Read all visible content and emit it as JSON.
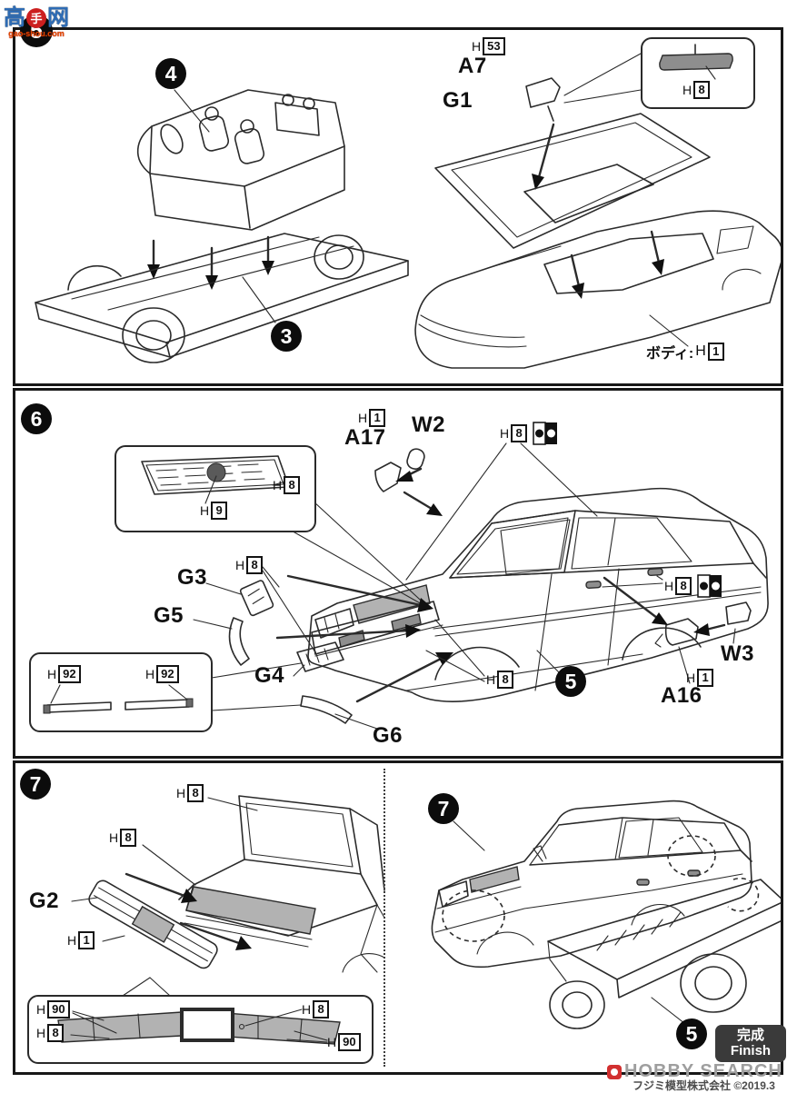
{
  "page": {
    "copyright": "フジミ模型株式会社 ©2019.3"
  },
  "watermarks": {
    "gs_c1": "高",
    "gs_c2": "手",
    "gs_c3": "网",
    "gs_domain": "gao-shou.com",
    "hobby": "HOBBY SEARCH"
  },
  "p5": {
    "step": "5",
    "ref4": "4",
    "ref3": "3",
    "a7": "A7",
    "g1": "G1",
    "h53": {
      "h": "H",
      "n": "53"
    },
    "inset_h8": {
      "h": "H",
      "n": "8"
    },
    "body": {
      "text": "ボディ:",
      "h": "H",
      "n": "1"
    }
  },
  "p6": {
    "step": "6",
    "ref5": "5",
    "a17": "A17",
    "w2": "W2",
    "g3": "G3",
    "g5": "G5",
    "g4": "G4",
    "g6": "G6",
    "w3": "W3",
    "a16": "A16",
    "h1_a17": {
      "h": "H",
      "n": "1"
    },
    "h8_ws": {
      "h": "H",
      "n": "8"
    },
    "grille_h8": {
      "h": "H",
      "n": "8"
    },
    "grille_h9": {
      "h": "H",
      "n": "9"
    },
    "h8_g3": {
      "h": "H",
      "n": "8"
    },
    "h92_l": {
      "h": "H",
      "n": "92"
    },
    "h92_r": {
      "h": "H",
      "n": "92"
    },
    "h8_bumper": {
      "h": "H",
      "n": "8"
    },
    "h8_door": {
      "h": "H",
      "n": "8"
    },
    "h1_a16": {
      "h": "H",
      "n": "1"
    }
  },
  "p7": {
    "step": "7",
    "ref7": "7",
    "ref5": "5",
    "g2": "G2",
    "h8_window": {
      "h": "H",
      "n": "8"
    },
    "h8_tail": {
      "h": "H",
      "n": "8"
    },
    "h1_plate": {
      "h": "H",
      "n": "1"
    },
    "h90_tl": {
      "h": "H",
      "n": "90"
    },
    "h8_il": {
      "h": "H",
      "n": "8"
    },
    "h8_ir": {
      "h": "H",
      "n": "8"
    },
    "h90_r": {
      "h": "H",
      "n": "90"
    },
    "finish_jp": "完成",
    "finish_en": "Finish"
  }
}
